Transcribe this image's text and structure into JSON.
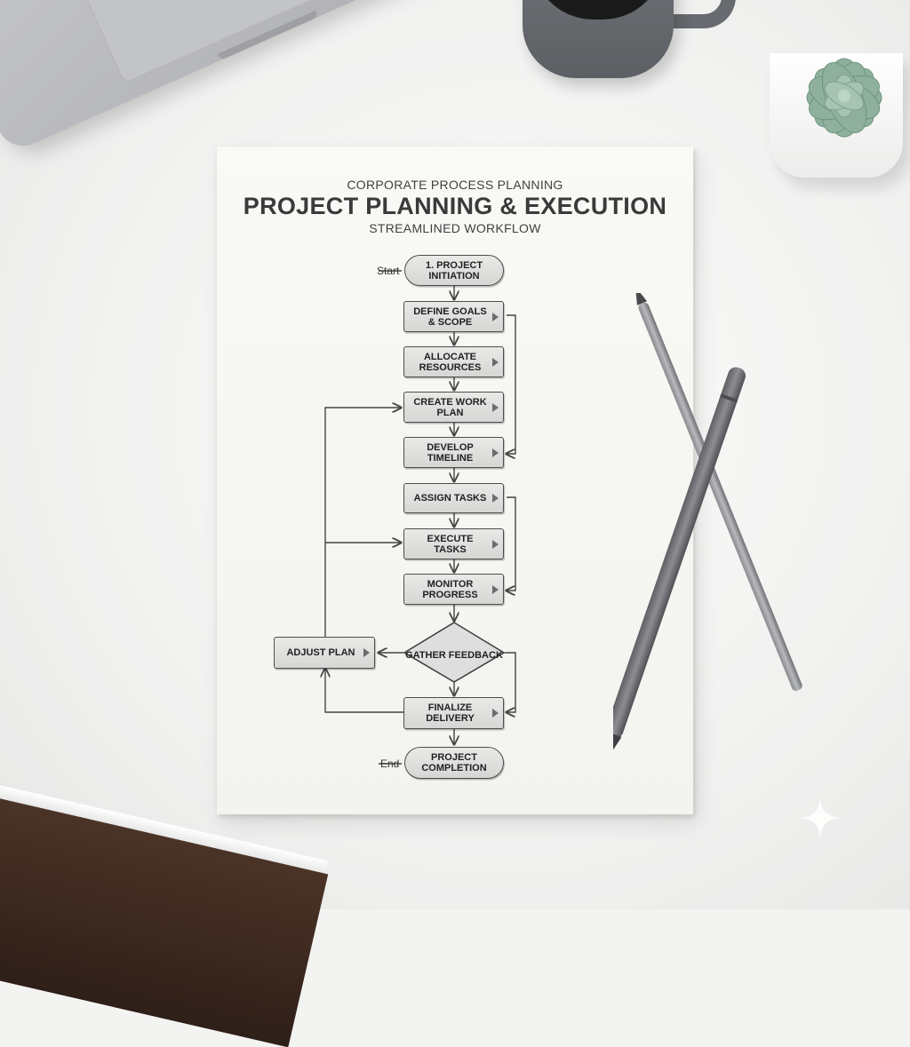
{
  "document": {
    "kicker": "CORPORATE PROCESS PLANNING",
    "title": "PROJECT PLANNING & EXECUTION",
    "subtitle": "STREAMLINED WORKFLOW"
  },
  "flowchart": {
    "start_label": "Start",
    "end_label": "End",
    "nodes": {
      "initiation": "1. PROJECT INITIATION",
      "define": "DEFINE GOALS & SCOPE",
      "allocate": "ALLOCATE RESOURCES",
      "create": "CREATE WORK PLAN",
      "develop": "DEVELOP TIMELINE",
      "assign": "ASSIGN TASKS",
      "execute": "EXECUTE TASKS",
      "monitor": "MONITOR PROGRESS",
      "gather": "GATHER FEEDBACK",
      "adjust": "ADJUST PLAN",
      "finalize": "FINALIZE DELIVERY",
      "completion": "PROJECT COMPLETION"
    }
  },
  "scene_objects": [
    "laptop",
    "coffee-mug",
    "succulent-plant",
    "stylus-pen",
    "pencil"
  ],
  "colors": {
    "desk": "#f3f3f2",
    "paper": "#f7f7f3",
    "node_fill": "#dcdcda",
    "ink": "#3a3a3a"
  }
}
